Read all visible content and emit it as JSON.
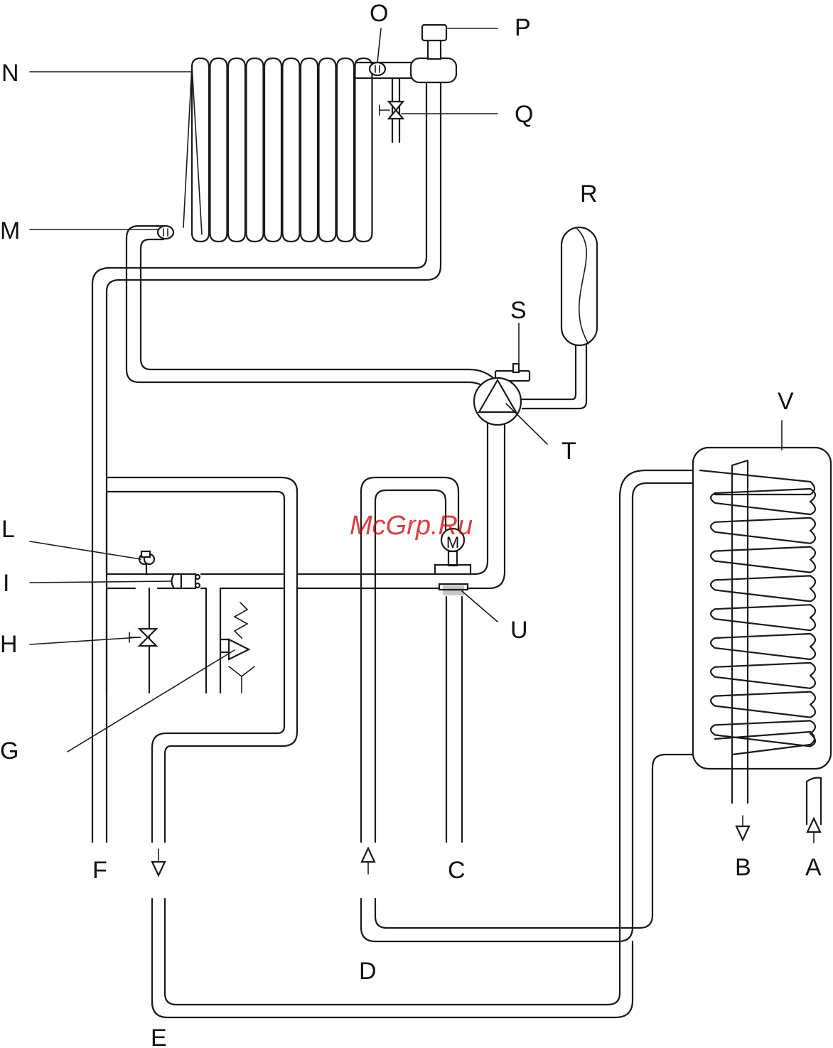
{
  "watermark": "McGrp.Ru",
  "labels": {
    "A": "A",
    "B": "B",
    "C": "C",
    "D": "D",
    "E": "E",
    "F": "F",
    "G": "G",
    "H": "H",
    "I": "I",
    "L": "L",
    "M": "M",
    "N": "N",
    "O": "O",
    "P": "P",
    "Q": "Q",
    "R": "R",
    "S": "S",
    "T": "T",
    "U": "U",
    "V": "V"
  },
  "motor_letter": "M",
  "colors": {
    "line": "#1a1a1a",
    "watermark": "#cc0000",
    "background": "#ffffff"
  }
}
